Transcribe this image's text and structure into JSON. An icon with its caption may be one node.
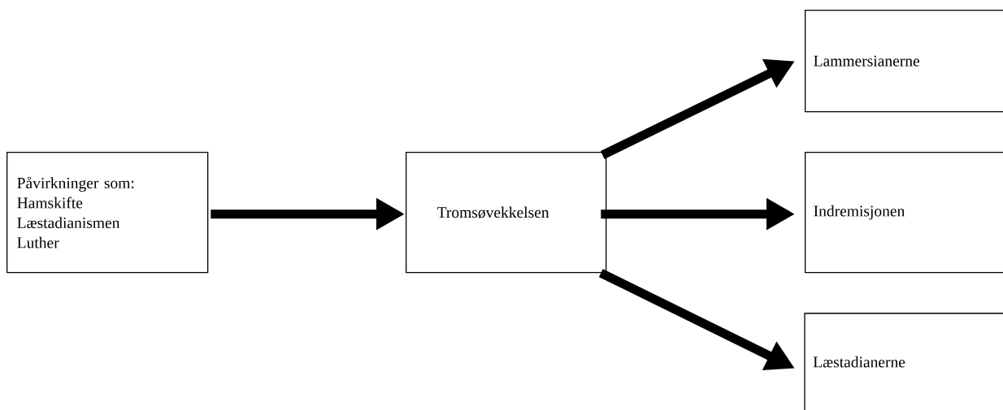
{
  "diagram": {
    "nodes": [
      {
        "text": [
          "Påvirkninger som:",
          "Hamskifte",
          "Læstadianismen",
          "Luther"
        ]
      },
      {
        "text": [
          "Tromsøvekkelsen"
        ]
      },
      {
        "text": [
          "Lammersianerne"
        ]
      },
      {
        "text": [
          "Indremisjonen"
        ]
      },
      {
        "text": [
          "Læstadianerne"
        ]
      }
    ],
    "edges": [
      {
        "from": 0,
        "to": 1,
        "arrow": "to"
      },
      {
        "from": 1,
        "to": 2,
        "arrow": "to"
      },
      {
        "from": 1,
        "to": 3,
        "arrow": "to"
      },
      {
        "from": 1,
        "to": 4,
        "arrow": "to"
      }
    ]
  }
}
